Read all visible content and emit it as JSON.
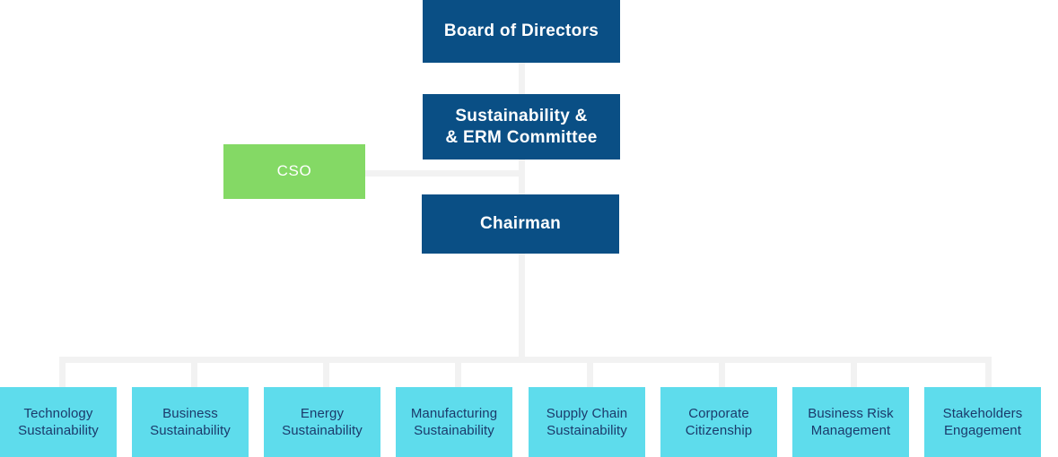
{
  "diagram": {
    "title": "Sustainability Governance Organization Chart",
    "type": "org-chart",
    "background_color": "#ffffff",
    "connector_color": "#f2f2f2",
    "colors": {
      "executive_box": "#0a4f85",
      "executive_text": "#ffffff",
      "cso_box": "#84d965",
      "cso_text": "#ffffff",
      "unit_box": "#5edcec",
      "unit_text": "#1b3a6b"
    }
  },
  "nodes": {
    "board": {
      "label": "Board of Directors",
      "level": "executive"
    },
    "committee": {
      "label": "Sustainability &\n& ERM Committee",
      "level": "executive"
    },
    "cso": {
      "label": "CSO",
      "level": "officer"
    },
    "chairman": {
      "label": "Chairman",
      "level": "executive"
    }
  },
  "units": [
    {
      "label": "Technology\nSustainability"
    },
    {
      "label": "Business\nSustainability"
    },
    {
      "label": "Energy\nSustainability"
    },
    {
      "label": "Manufacturing\nSustainability"
    },
    {
      "label": "Supply Chain\nSustainability"
    },
    {
      "label": "Corporate\nCitizenship"
    },
    {
      "label": "Business Risk\nManagement"
    },
    {
      "label": "Stakeholders\nEngagement"
    }
  ]
}
